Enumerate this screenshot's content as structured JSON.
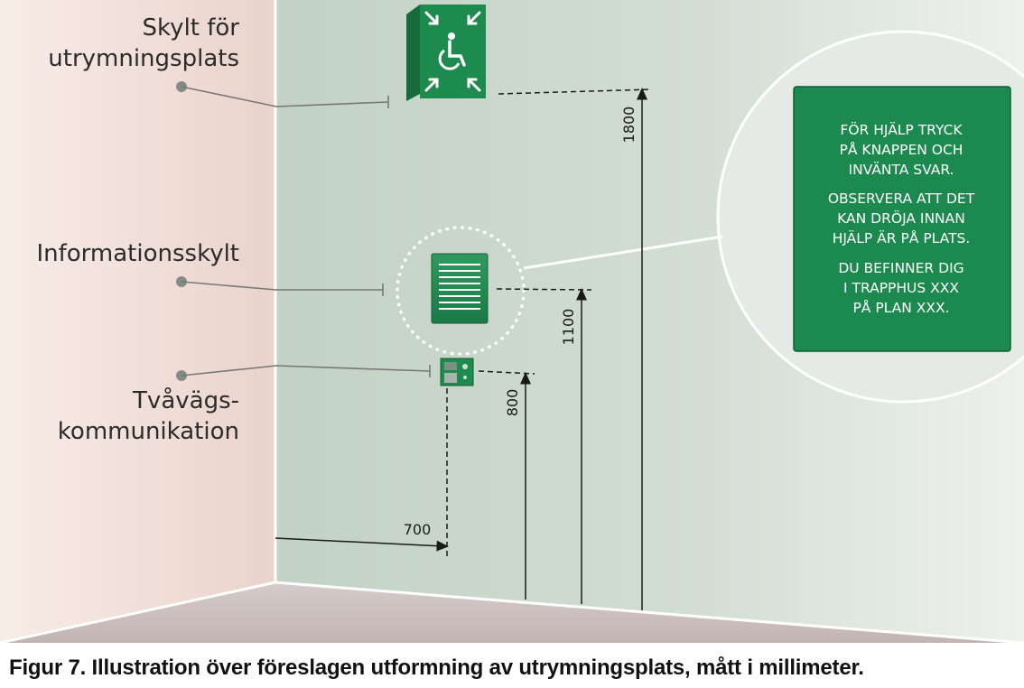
{
  "labels": {
    "evac_sign_line1": "Skylt för",
    "evac_sign_line2": "utrymningsplats",
    "info_sign": "Informationsskylt",
    "intercom_line1": "Tvåvägs-",
    "intercom_line2": "kommunikation"
  },
  "dimensions": {
    "evac_sign_height": "1800",
    "info_sign_height": "1100",
    "intercom_height": "800",
    "side_distance": "700"
  },
  "info_panel": {
    "paragraph1": [
      "FÖR HJÄLP TRYCK",
      "PÅ KNAPPEN OCH",
      "INVÄNTA SVAR."
    ],
    "paragraph2": [
      "OBSERVERA ATT DET",
      "KAN DRÖJA INNAN",
      "HJÄLP ÄR PÅ PLATS."
    ],
    "paragraph3": [
      "DU BEFINNER DIG",
      "I TRAPPHUS XXX",
      "PÅ PLAN XXX."
    ]
  },
  "caption": "Figur 7. Illustration över föreslagen utformning av utrymningsplats, mått i millimeter.",
  "colors": {
    "sign_green": "#1d8a4e",
    "wall_green": "#c9d6cb",
    "side_wall": "#eed9d2",
    "floor": "#ccbcbc"
  }
}
